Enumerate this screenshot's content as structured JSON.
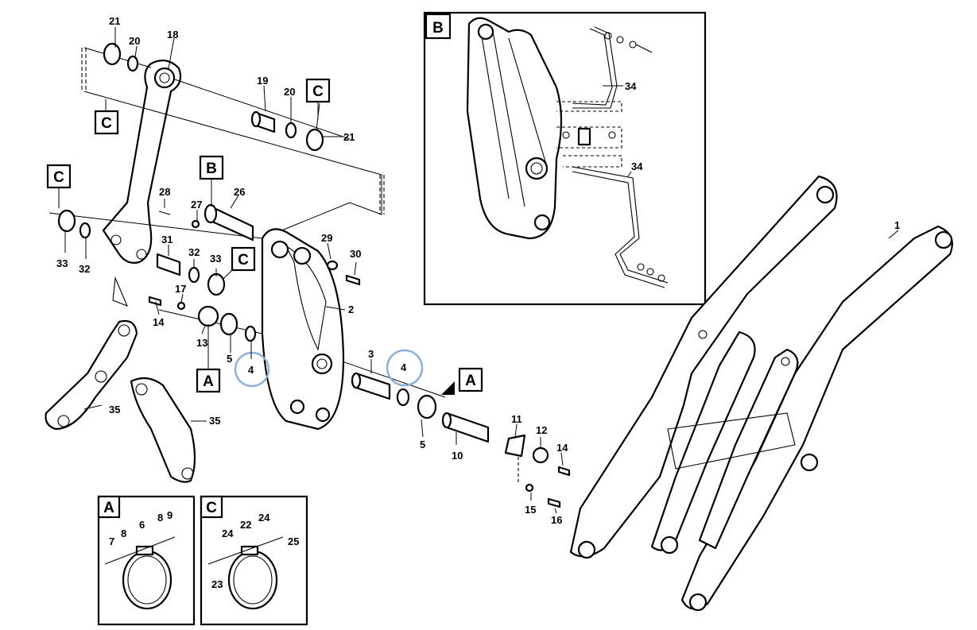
{
  "highlight_color": "#8fb0d6",
  "callouts": {
    "n1": "1",
    "n2": "2",
    "n3": "3",
    "n4a": "4",
    "n4b": "4",
    "n5a": "5",
    "n5b": "5",
    "n10": "10",
    "n11": "11",
    "n12": "12",
    "n13": "13",
    "n14a": "14",
    "n14b": "14",
    "n15": "15",
    "n16": "16",
    "n17": "17",
    "n18": "18",
    "n19": "19",
    "n20a": "20",
    "n20b": "20",
    "n21a": "21",
    "n21b": "21",
    "n26": "26",
    "n27": "27",
    "n28": "28",
    "n29": "29",
    "n30": "30",
    "n31": "31",
    "n32a": "32",
    "n32b": "32",
    "n33a": "33",
    "n33b": "33",
    "n34a": "34",
    "n34b": "34",
    "n35a": "35",
    "n35b": "35"
  },
  "detail_tags": {
    "a1": "A",
    "a2": "A",
    "b1": "B",
    "c1": "C",
    "c2": "C",
    "c3": "C",
    "c4": "C"
  },
  "inset_b": {
    "tag": "B",
    "labels": {
      "n34a": "34",
      "n34b": "34"
    }
  },
  "inset_a": {
    "tag": "A",
    "labels": {
      "n7": "7",
      "n8a": "8",
      "n6": "6",
      "n8b": "8",
      "n9": "9"
    }
  },
  "inset_c": {
    "tag": "C",
    "labels": {
      "n24a": "24",
      "n22": "22",
      "n24b": "24",
      "n25": "25",
      "n23": "23"
    }
  }
}
